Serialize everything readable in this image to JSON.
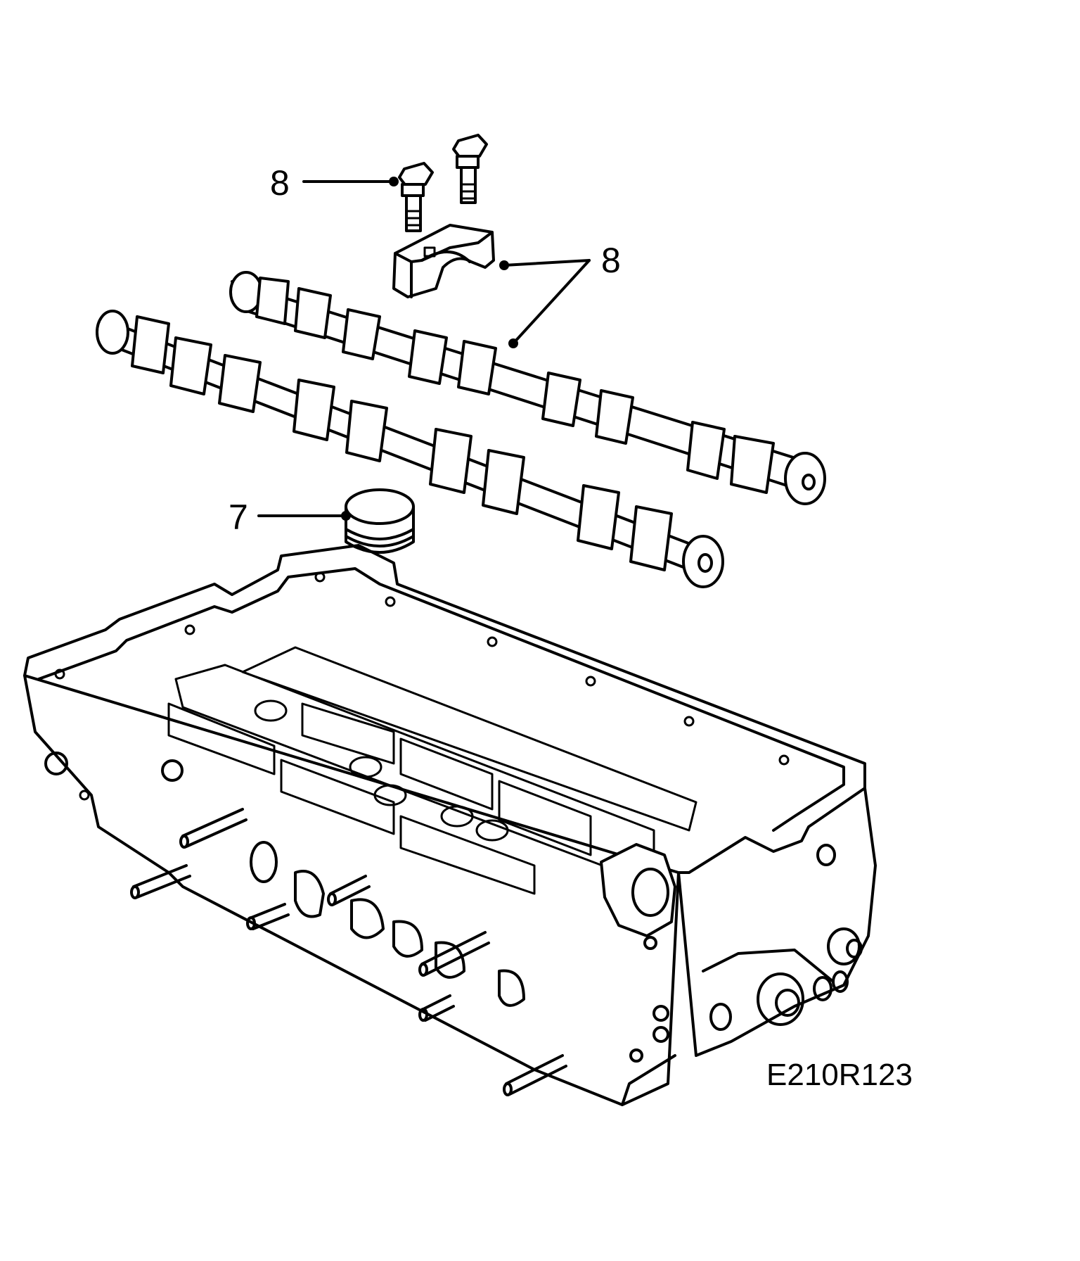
{
  "callouts": [
    {
      "label": "8"
    },
    {
      "label": "8"
    },
    {
      "label": "7"
    }
  ],
  "figure_code": "E210R123"
}
